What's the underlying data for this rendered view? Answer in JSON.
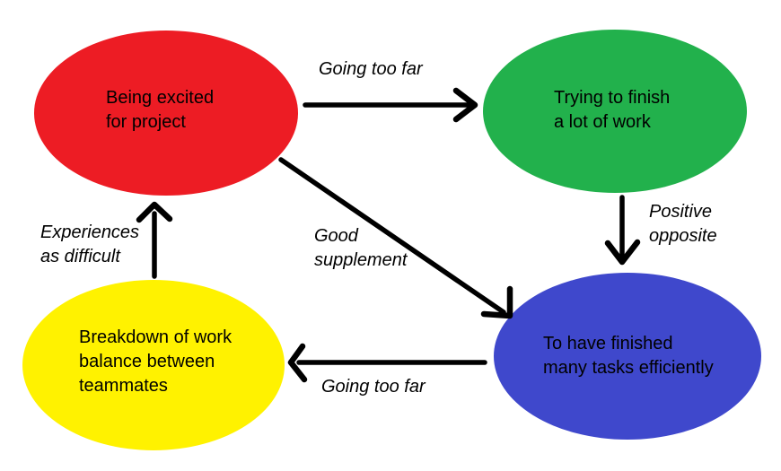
{
  "diagram": {
    "background": "#ffffff",
    "ink": "#000000",
    "nodes": [
      {
        "id": "excited",
        "label": "Being excited\nfor project",
        "color": "#ED1C24"
      },
      {
        "id": "trying",
        "label": "Trying to finish\na lot of work",
        "color": "#22B14C"
      },
      {
        "id": "finished",
        "label": "To have finished\nmany tasks efficiently",
        "color": "#3F48CC"
      },
      {
        "id": "breakdown",
        "label": "Breakdown of work\nbalance between\nteammates",
        "color": "#FFF200"
      }
    ],
    "edges": [
      {
        "from": "excited",
        "to": "trying",
        "label": "Going too far"
      },
      {
        "from": "trying",
        "to": "finished",
        "label": "Positive\nopposite"
      },
      {
        "from": "excited",
        "to": "finished",
        "label": "Good\nsupplement"
      },
      {
        "from": "finished",
        "to": "breakdown",
        "label": "Going too far"
      },
      {
        "from": "breakdown",
        "to": "excited",
        "label": "Experiences\nas difficult"
      }
    ]
  }
}
